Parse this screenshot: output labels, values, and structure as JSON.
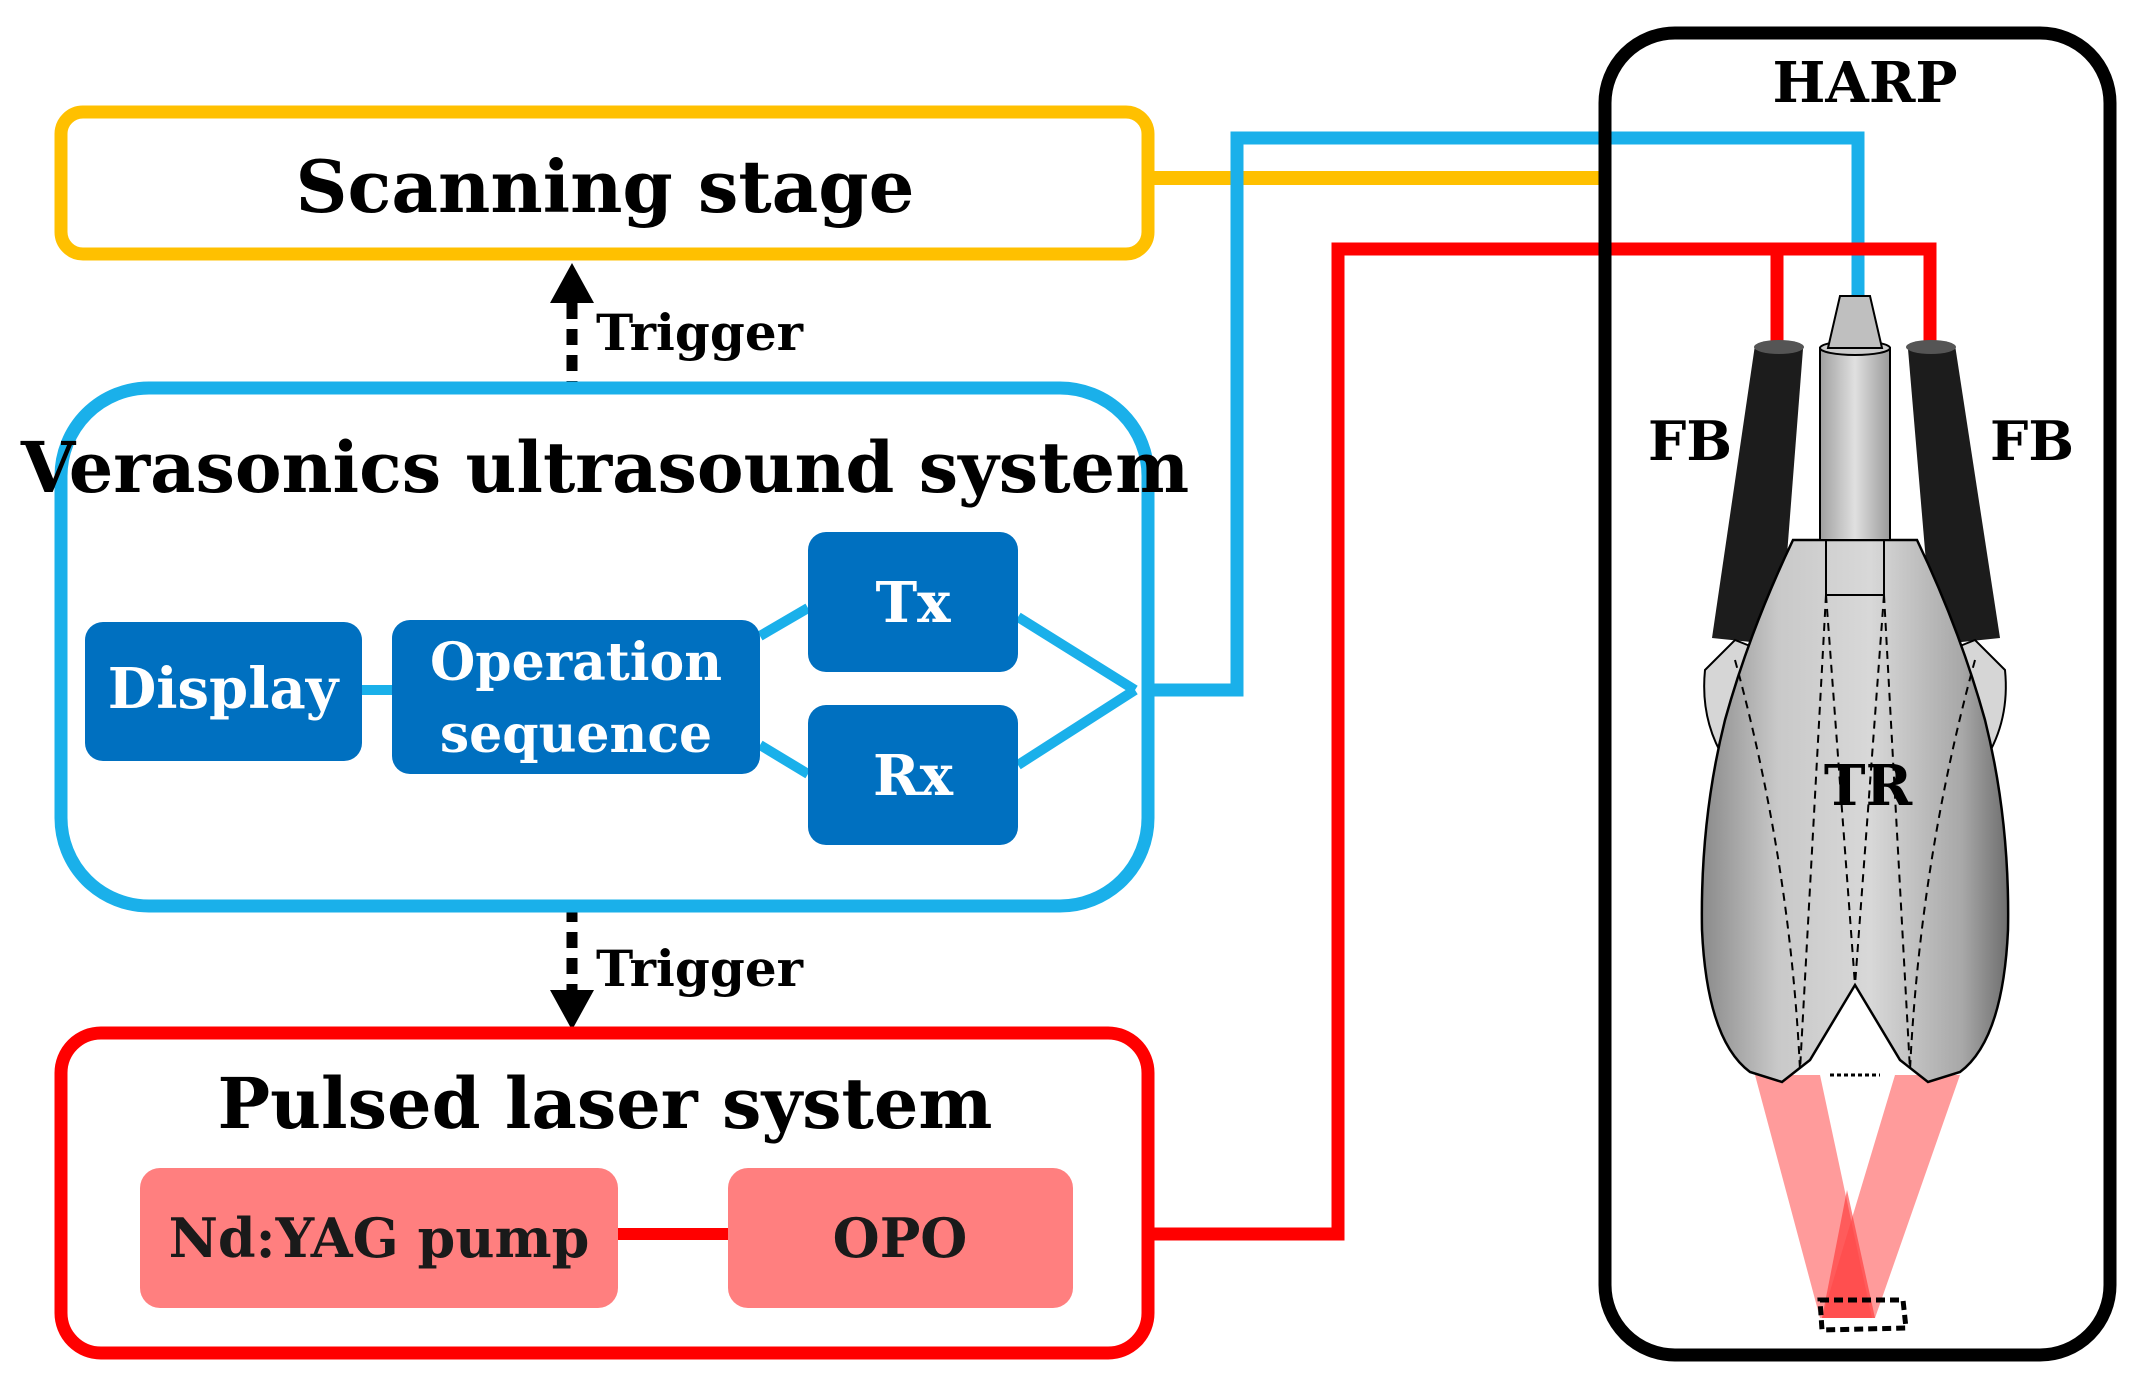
{
  "colors": {
    "scanning": "#FFC000",
    "verasonics": "#1AB0EA",
    "module_fill": "#0070C0",
    "laser": "#FF0000",
    "laser_module_fill": "#FF7F7F",
    "harp": "#000000",
    "fiber": "#1C1C1C",
    "transducer": "#BDBDBD",
    "beam": "#FF7070"
  },
  "labels": {
    "scanning_stage": "Scanning stage",
    "trigger_top": "Trigger",
    "verasonics_title": "Verasonics ultrasound system",
    "display": "Display",
    "operation_line1": "Operation",
    "operation_line2": "sequence",
    "tx": "Tx",
    "rx": "Rx",
    "trigger_bottom": "Trigger",
    "pulsed_laser_title": "Pulsed laser system",
    "ndyag": "Nd:YAG pump",
    "opo": "OPO",
    "harp": "HARP",
    "fb_left": "FB",
    "fb_right": "FB",
    "tr": "TR"
  }
}
